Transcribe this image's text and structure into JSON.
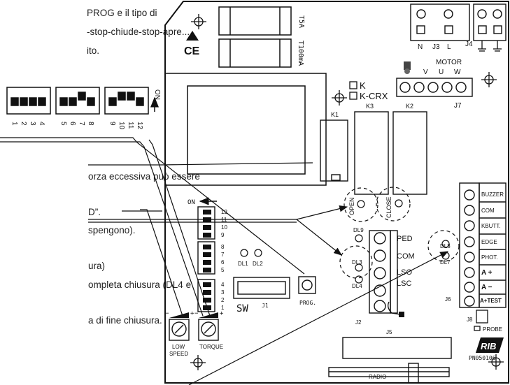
{
  "left_text": {
    "line1": "PROG e il tipo di",
    "line2": "-stop-chiude-stop-apre....",
    "line3": "ito.",
    "line4": "orza eccessiva può essere",
    "line5": "D”.",
    "line6": "spengono).",
    "line7": "ura)",
    "line8": "ompleta chiusura (DL4 e",
    "line9": "a di fine chiusura."
  },
  "dip_switch_numbers": {
    "group1": [
      "1",
      "2",
      "3",
      "4"
    ],
    "group2": [
      "5",
      "6",
      "7",
      "8"
    ],
    "group3": [
      "9",
      "10",
      "11",
      "12"
    ],
    "on_label": "ON"
  },
  "board": {
    "fuse_top": "T5A",
    "fuse_bottom": "T100mA",
    "ce_mark": "CE",
    "k_option": "K",
    "kcrx_option": "K-CRX",
    "k1": "K1",
    "k2": "K2",
    "k3": "K3",
    "j3": "J3",
    "j4": "J4",
    "j7": "J7",
    "n_label": "N",
    "l_label": "L",
    "motor": "MOTOR",
    "v": "V",
    "u": "U",
    "w": "W",
    "open": "OPEN",
    "close": "CLOSE",
    "on_label": "ON",
    "dip_numbers": [
      "12",
      "11",
      "10",
      "9",
      "8",
      "7",
      "6",
      "5",
      "4",
      "3",
      "2",
      "1"
    ],
    "dl1": "DL1",
    "dl2": "DL2",
    "dl3": "DL3",
    "dl4": "DL4",
    "dl7": "DL7",
    "dl8": "DL8",
    "dl9": "DL9",
    "sw": "SW",
    "j1": "J1",
    "j2": "J2",
    "j5": "J5",
    "j6": "J6",
    "j8": "J8",
    "prog": "PROG.",
    "ped": "PED",
    "com": "COM",
    "lso": "LSO",
    "lsc": "LSC",
    "right_terminals": [
      "BUZZER",
      "COM",
      "KBUTT.",
      "EDGE",
      "PHOT.",
      "A +",
      "A −",
      "A+TEST"
    ],
    "low_speed": [
      "LOW",
      "SPEED"
    ],
    "torque": "TORQUE",
    "probe": "PROBE",
    "radio": "RADIO",
    "logo": "RIB",
    "part_number": "PN050106"
  },
  "colors": {
    "ink": "#111111",
    "background": "#ffffff"
  }
}
